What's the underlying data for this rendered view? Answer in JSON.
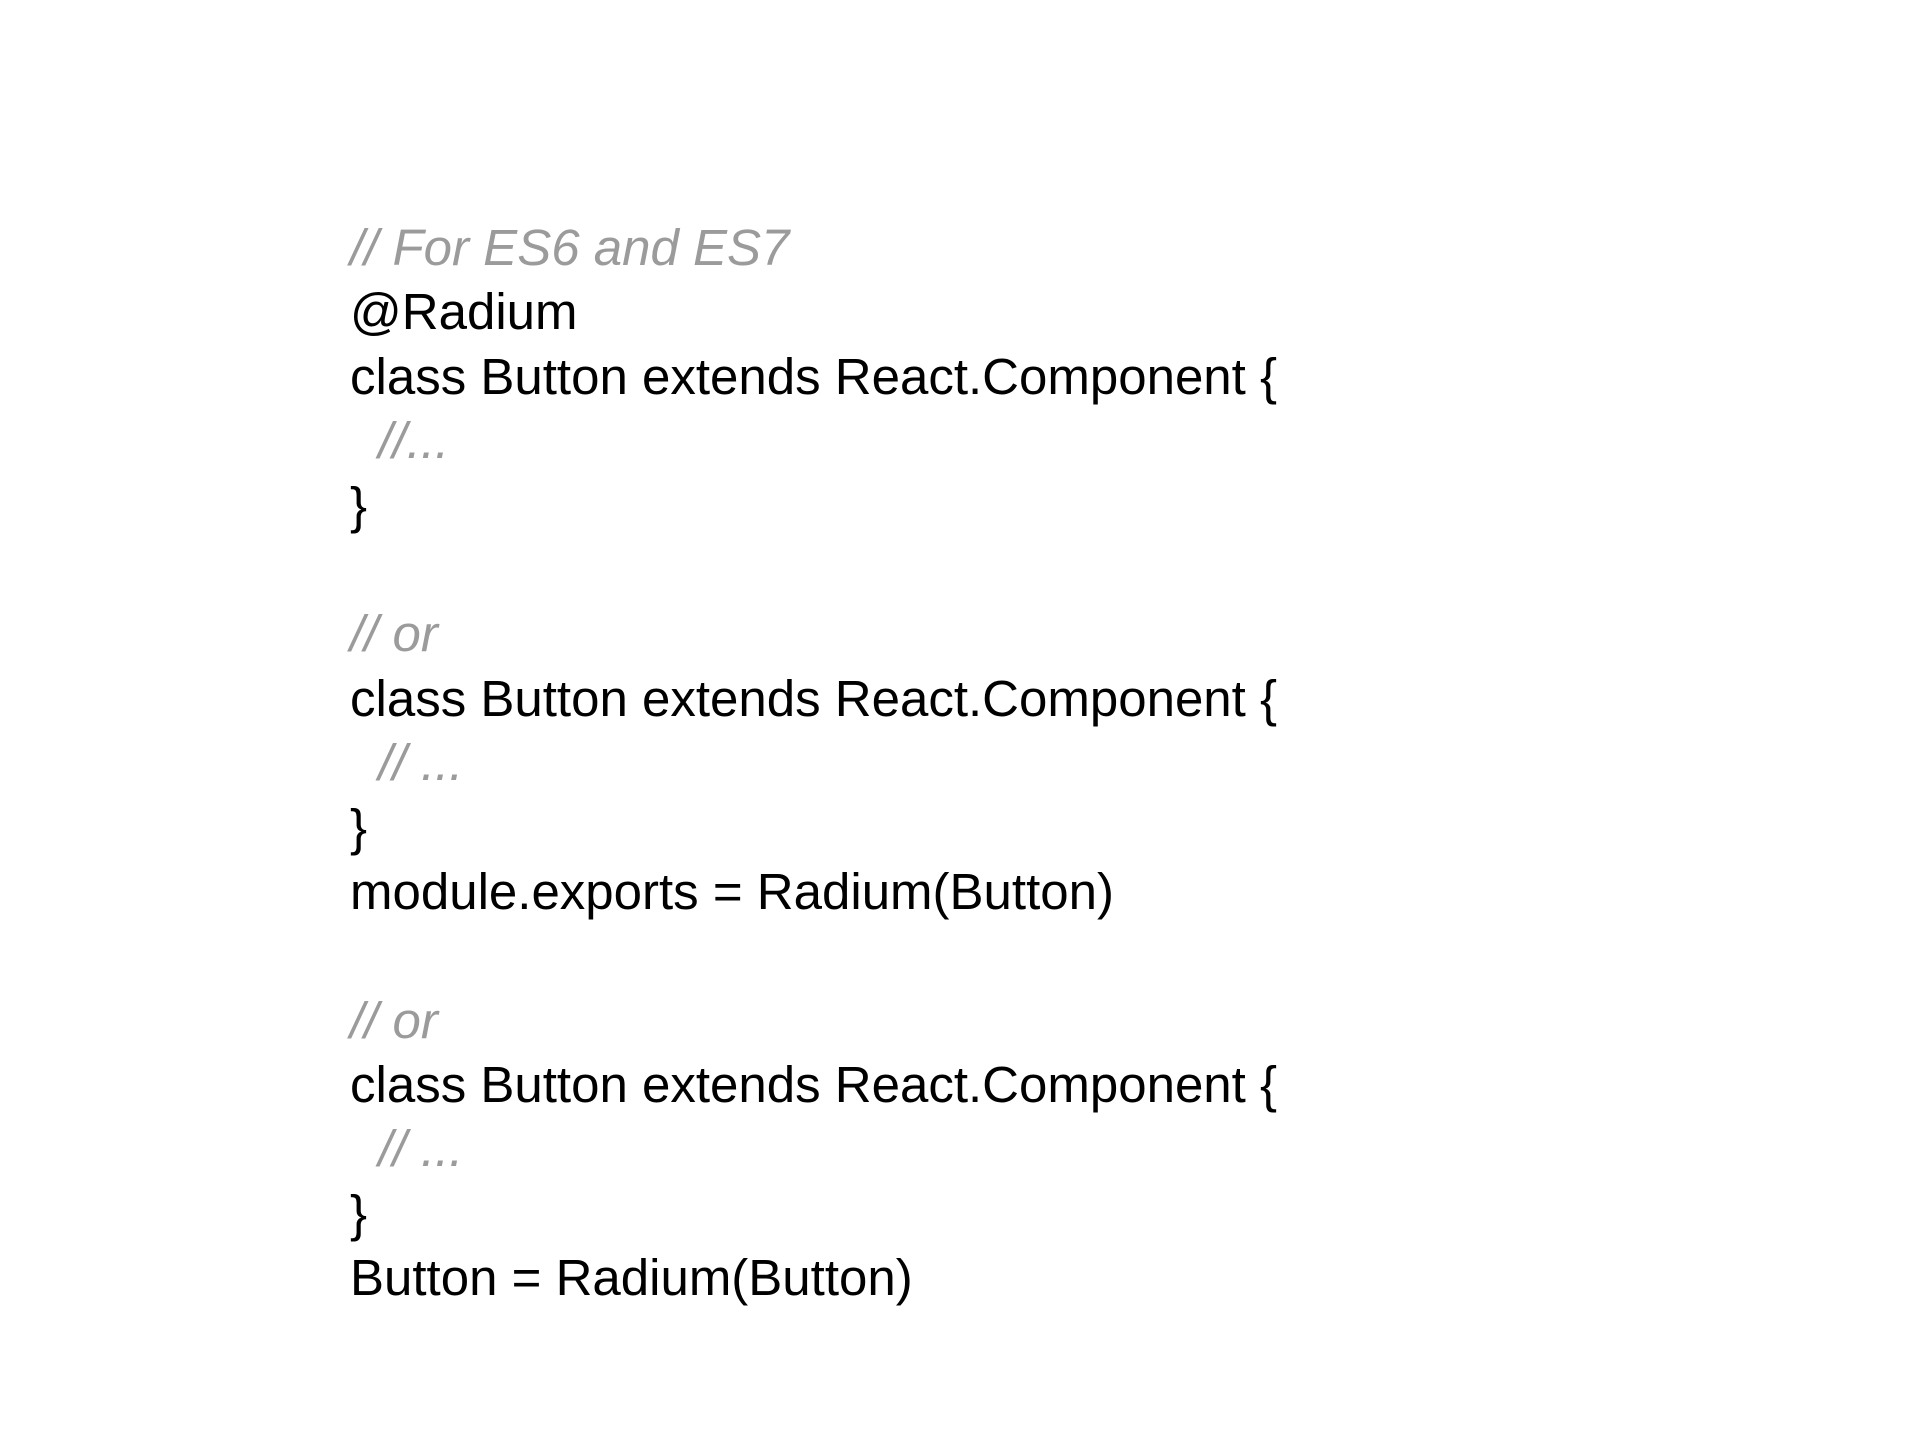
{
  "code": {
    "lines": [
      {
        "text": "// For ES6 and ES7",
        "kind": "comment"
      },
      {
        "text": "@Radium",
        "kind": "code"
      },
      {
        "text": "class Button extends React.Component {",
        "kind": "code"
      },
      {
        "text": "  //...",
        "kind": "comment"
      },
      {
        "text": "}",
        "kind": "code"
      },
      {
        "text": "",
        "kind": "blank"
      },
      {
        "text": "// or",
        "kind": "comment"
      },
      {
        "text": "class Button extends React.Component {",
        "kind": "code"
      },
      {
        "text": "  // ...",
        "kind": "comment"
      },
      {
        "text": "}",
        "kind": "code"
      },
      {
        "text": "module.exports = Radium(Button)",
        "kind": "code"
      },
      {
        "text": "",
        "kind": "blank"
      },
      {
        "text": "// or",
        "kind": "comment"
      },
      {
        "text": "class Button extends React.Component {",
        "kind": "code"
      },
      {
        "text": "  // ...",
        "kind": "comment"
      },
      {
        "text": "}",
        "kind": "code"
      },
      {
        "text": "Button = Radium(Button)",
        "kind": "code"
      }
    ]
  },
  "colors": {
    "code_text": "#000000",
    "comment_text": "#9b9b9b",
    "background": "#ffffff"
  }
}
